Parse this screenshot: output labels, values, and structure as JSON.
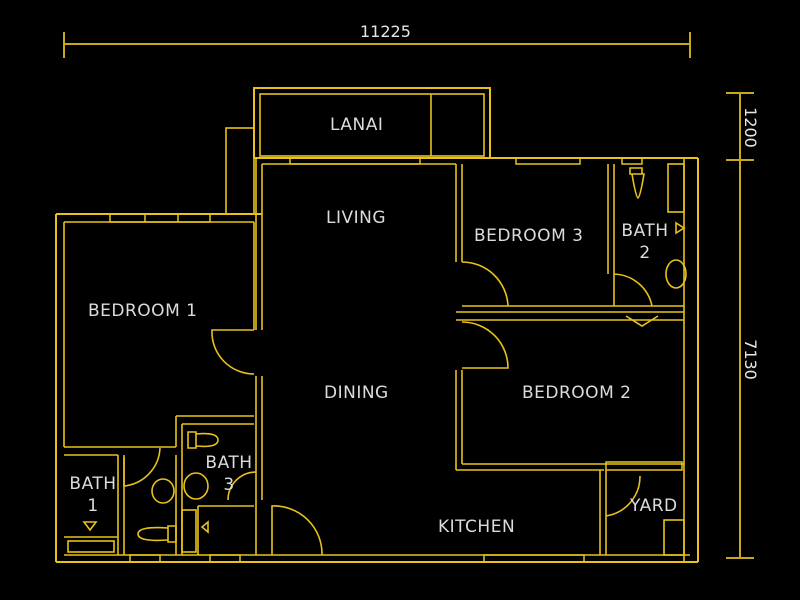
{
  "colors": {
    "background": "#000000",
    "walls": "#e8c21a",
    "dimension_lines": "#c9a81c",
    "text": "#dcdcdc"
  },
  "dimensions": {
    "width": "11225",
    "lanai_depth": "1200",
    "depth": "7130"
  },
  "rooms": {
    "lanai": "LANAI",
    "living": "LIVING",
    "dining": "DINING",
    "bedroom1": "BEDROOM 1",
    "bedroom2": "BEDROOM 2",
    "bedroom3": "BEDROOM 3",
    "bath1_line1": "BATH",
    "bath1_line2": "1",
    "bath2_line1": "BATH",
    "bath2_line2": "2",
    "bath3_line1": "BATH",
    "bath3_line2": "3",
    "kitchen": "KITCHEN",
    "yard": "YARD"
  }
}
